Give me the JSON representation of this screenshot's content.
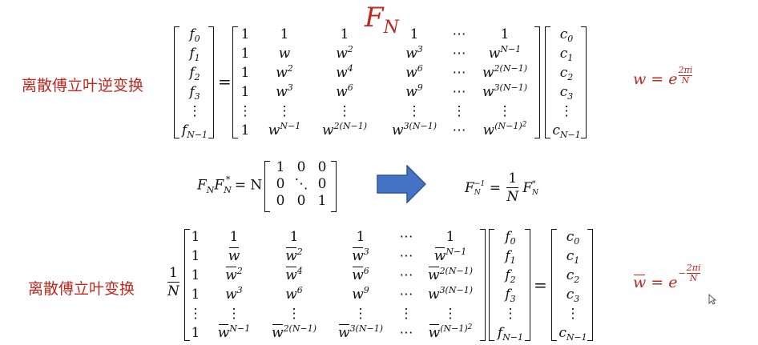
{
  "top_title": {
    "main": "F",
    "sub": "N"
  },
  "idft_label": "离散傅立叶逆变换",
  "dft_label": "离散傅立叶变换",
  "f_vec": [
    "f",
    "f",
    "f",
    "f",
    "⋮",
    "f"
  ],
  "f_vec_sub": [
    "0",
    "1",
    "2",
    "3",
    "",
    "N−1"
  ],
  "c_vec": [
    "c",
    "c",
    "c",
    "c",
    "⋮",
    "c"
  ],
  "c_vec_sub": [
    "0",
    "1",
    "2",
    "3",
    "",
    "N−1"
  ],
  "w_def": {
    "lhs": "w = e",
    "exp_num": "2πi",
    "exp_den": "N"
  },
  "wbar_def": {
    "lhs": "w",
    "eq": " = e",
    "minus": "−",
    "exp_num": "2πi",
    "exp_den": "N"
  },
  "identity": {
    "lhs": "F",
    "lhs_sub": "N",
    "mid": "F",
    "mid_sub": "N",
    "mid_sup": "*",
    "eq": " = N",
    "rows": [
      [
        "1",
        "0",
        "0"
      ],
      [
        "0",
        "⋱",
        "0"
      ],
      [
        "0",
        "0",
        "1"
      ]
    ]
  },
  "inverse": {
    "lhs": "F",
    "lhs_sub": "N",
    "lhs_sup": "−1",
    "eq": " = ",
    "num": "1",
    "den": "N",
    "rhs": "F",
    "rhs_sub": "N",
    "rhs_sup": "*"
  },
  "dft_prefactor": {
    "num": "1",
    "den": "N"
  },
  "equals": "=",
  "ellipsis": "⋯",
  "vdots": "⋮",
  "arrow_color": "#4472c4",
  "label_color": "#c0271f"
}
